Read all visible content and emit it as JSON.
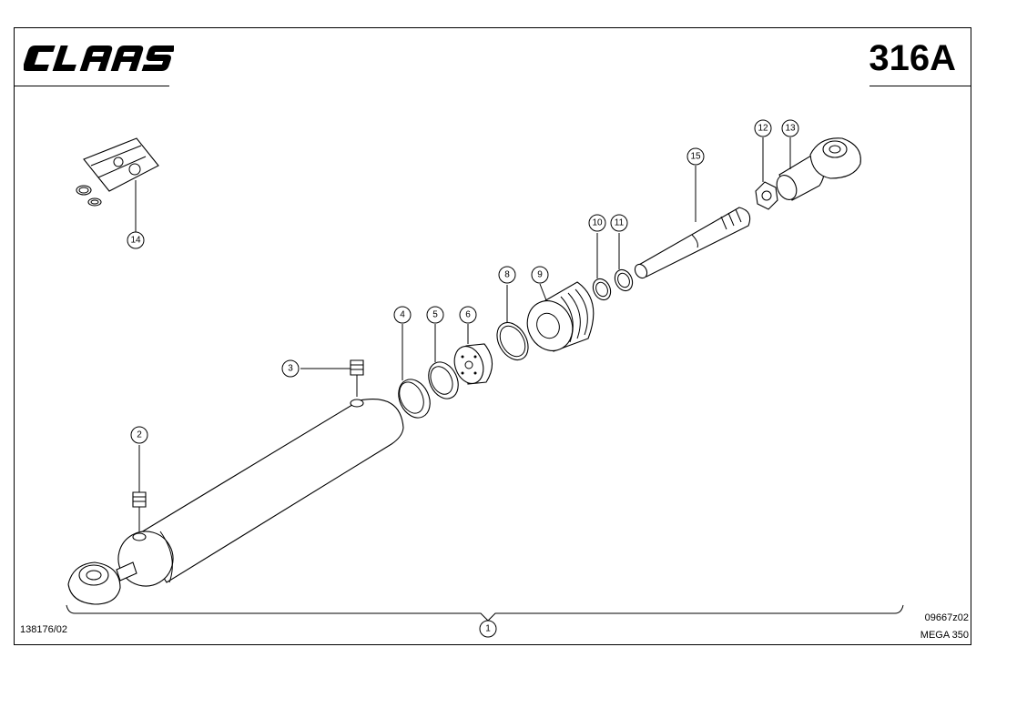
{
  "header": {
    "brand_logo_text": "CLAAS",
    "page_code": "316A"
  },
  "footer": {
    "ref_number": "138176/02",
    "drawing_code": "09667z02",
    "model_name": "MEGA 350"
  },
  "callouts": [
    "1",
    "2",
    "3",
    "4",
    "5",
    "6",
    "8",
    "9",
    "10",
    "11",
    "12",
    "13",
    "14",
    "15"
  ]
}
